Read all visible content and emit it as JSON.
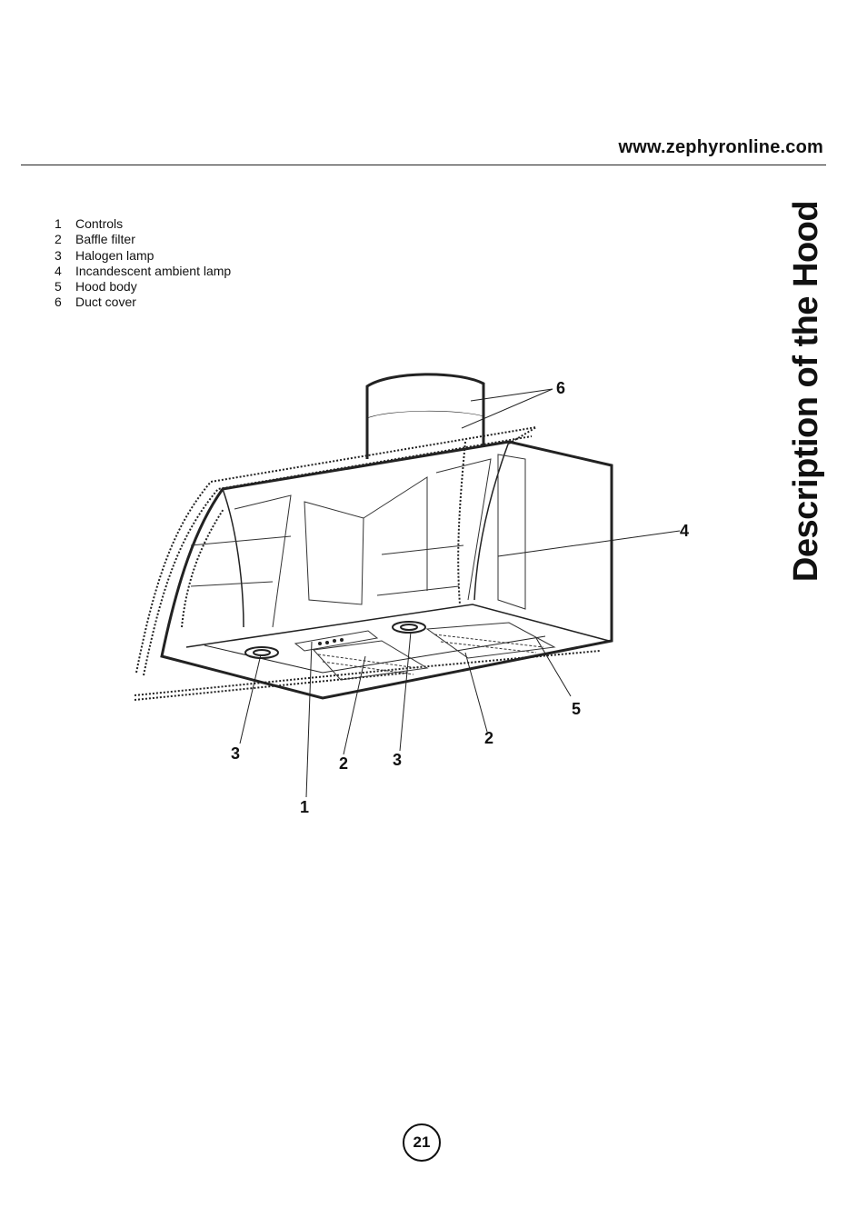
{
  "header": {
    "url": "www.zephyronline.com"
  },
  "side_title": "Description of the Hood",
  "legend": [
    {
      "num": "1",
      "label": "Controls"
    },
    {
      "num": "2",
      "label": "Baffle filter"
    },
    {
      "num": "3",
      "label": "Halogen  lamp"
    },
    {
      "num": "4",
      "label": "Incandescent  ambient  lamp"
    },
    {
      "num": "5",
      "label": "Hood body"
    },
    {
      "num": "6",
      "label": "Duct cover"
    }
  ],
  "callouts": {
    "c6": "6",
    "c4": "4",
    "c5": "5",
    "c2a": "2",
    "c3a": "3",
    "c2b": "2",
    "c3b": "3",
    "c1": "1"
  },
  "page_number": "21"
}
